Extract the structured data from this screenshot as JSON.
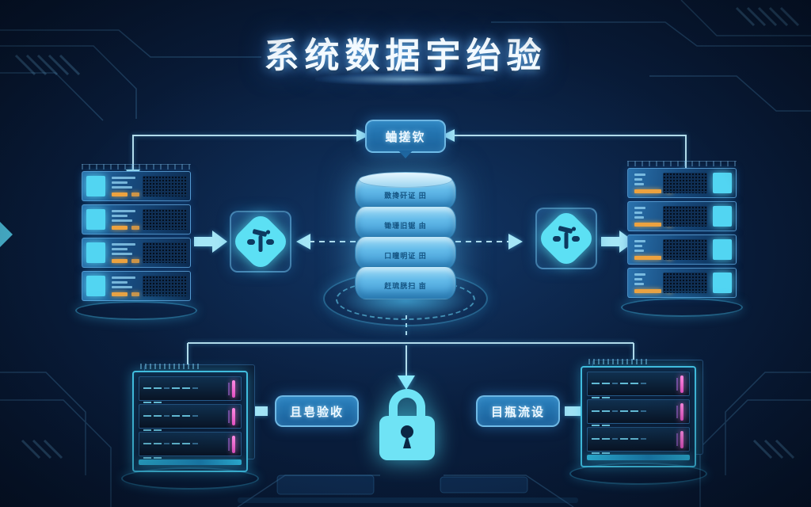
{
  "diagram": {
    "title": "系统数据宇绐验",
    "top_label": "蛐搓钦",
    "bottom_left_label": "且皂验收",
    "bottom_right_label": "目瓶流设",
    "database_segments": [
      "敪搀矸证 田",
      "锄珊旧锯 由",
      "口瞳明证 田",
      "赶琉胱扫 亩"
    ]
  },
  "icons": {
    "left_tool": "wrench-hammer-icon",
    "right_tool": "wrench-hammer-icon",
    "security": "padlock-icon",
    "database": "database-cylinder-icon"
  },
  "colors": {
    "background": "#081a36",
    "accent_cyan": "#57d7f2",
    "arrow": "#a5e6f6",
    "label_fill": "#1e6ca6",
    "label_border": "#57ace0",
    "led_magenta": "#ff6fd8",
    "led_amber": "#eda23f",
    "title_glow": "#4db8ff"
  }
}
